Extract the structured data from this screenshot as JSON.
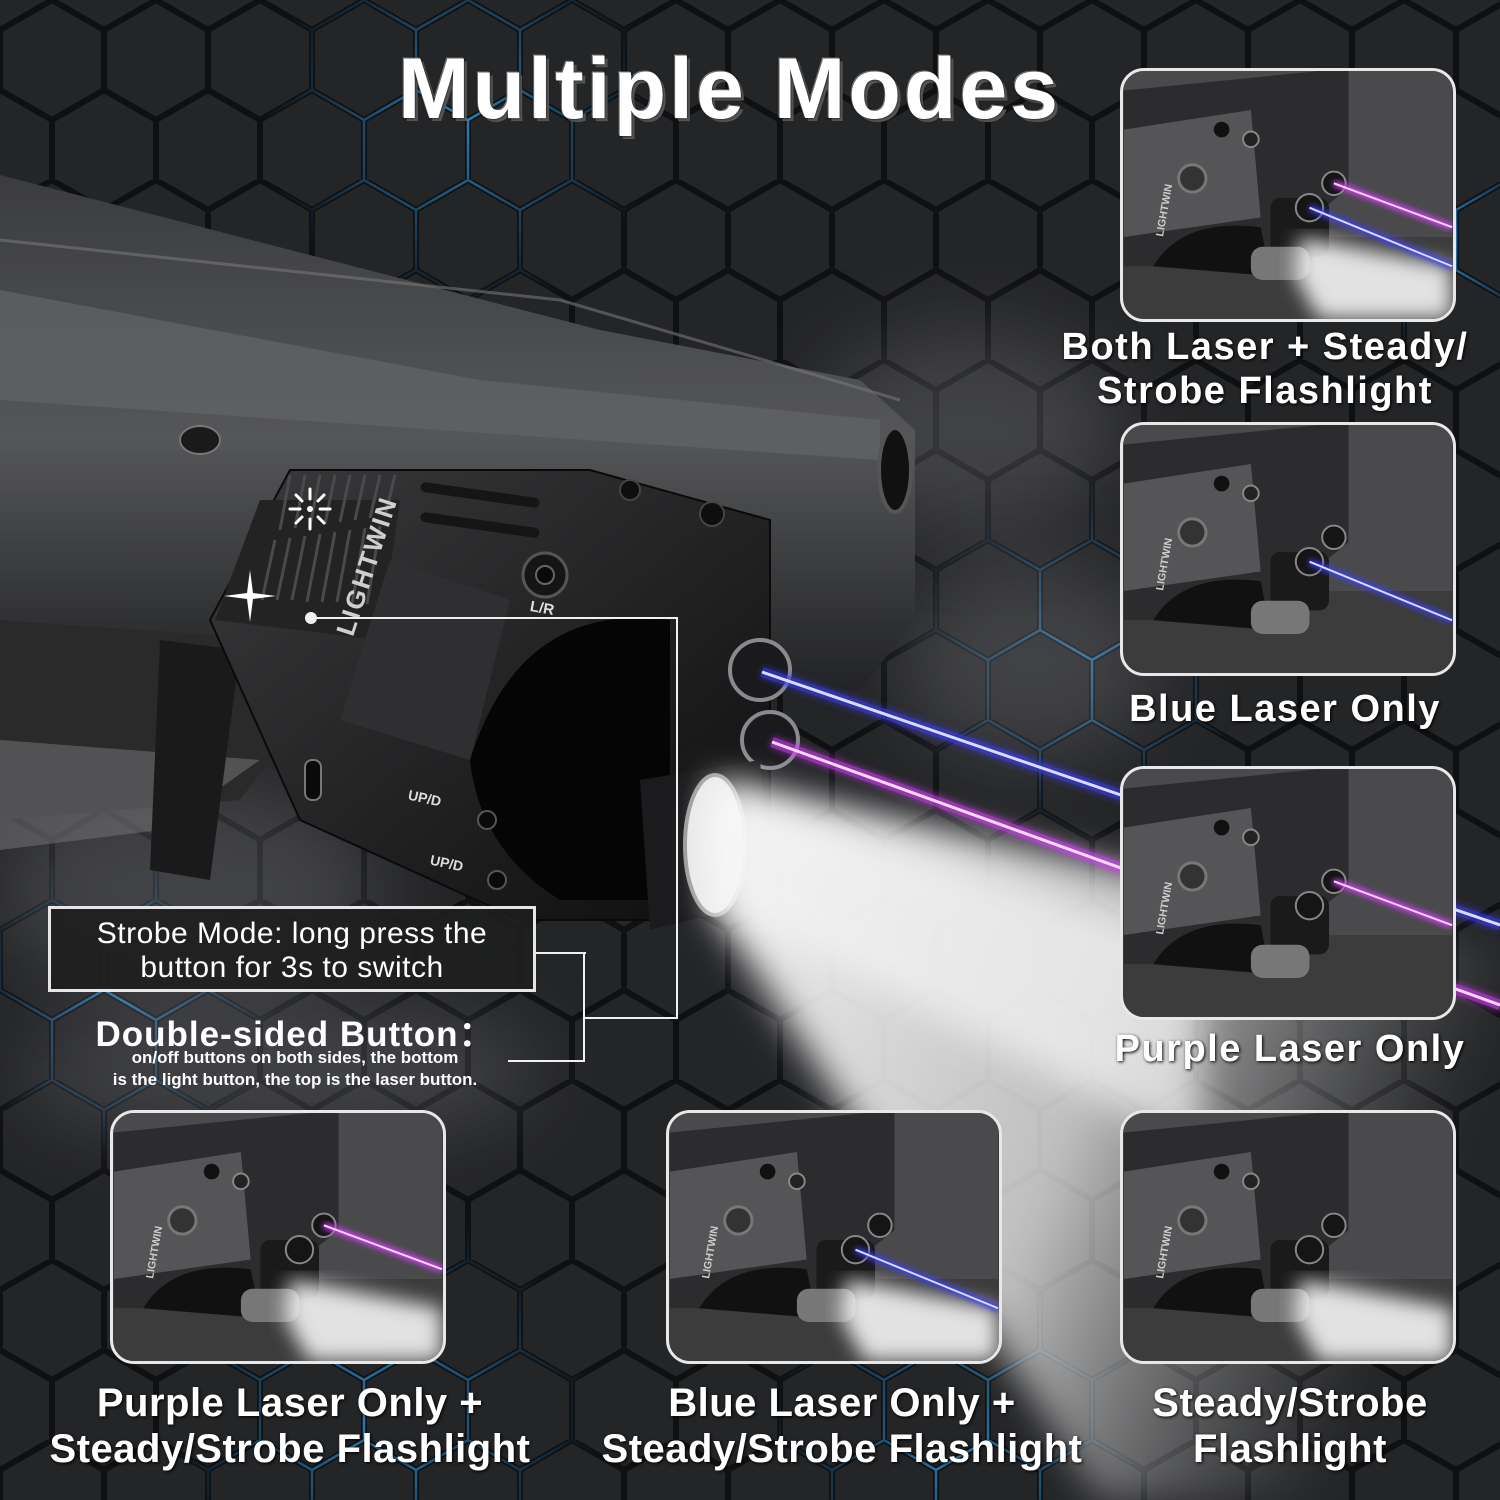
{
  "title": "Multiple Modes",
  "device": {
    "brand": "LIGHTWIN",
    "lr_label": "L/R",
    "adjust_labels": [
      "UP/D",
      "UP/D"
    ],
    "buttons": [
      {
        "icon": "strobe-burst-icon",
        "role": "laser button (top)"
      },
      {
        "icon": "sparkle-star-icon",
        "role": "light button (bottom)"
      }
    ]
  },
  "callouts": {
    "strobe_mode": "Strobe Mode: long press the button for 3s to switch",
    "strobe_mode_line1": "Strobe Mode: long press the",
    "strobe_mode_line2": "button for 3s to switch",
    "double_sided_title": "Double-sided Button：",
    "double_sided_line1": "on/off buttons on both sides, the bottom",
    "double_sided_line2": "is the light button, the top is the laser button."
  },
  "modes": [
    {
      "id": "both-laser-flashlight",
      "line1": "Both Laser + Steady/",
      "line2": "Strobe Flashlight",
      "blue": true,
      "purple": true,
      "light": true
    },
    {
      "id": "blue-only",
      "line1": "Blue Laser Only",
      "line2": "",
      "blue": true,
      "purple": false,
      "light": false
    },
    {
      "id": "purple-only",
      "line1": "Purple Laser Only",
      "line2": "",
      "blue": false,
      "purple": true,
      "light": false
    },
    {
      "id": "purple-flashlight",
      "line1": "Purple Laser Only +",
      "line2": "Steady/Strobe Flashlight",
      "blue": false,
      "purple": true,
      "light": true
    },
    {
      "id": "blue-flashlight",
      "line1": "Blue Laser Only +",
      "line2": "Steady/Strobe Flashlight",
      "blue": true,
      "purple": false,
      "light": true
    },
    {
      "id": "flashlight-only",
      "line1": "Steady/Strobe",
      "line2": "Flashlight",
      "blue": false,
      "purple": false,
      "light": true
    }
  ],
  "colors": {
    "background": "#1c1d1f",
    "hex_accent": "#2b7fb8",
    "blue_laser": "#3a3dff",
    "purple_laser": "#d83cff",
    "flashlight": "#f4f4f4",
    "frame": "#e8e8e8"
  }
}
